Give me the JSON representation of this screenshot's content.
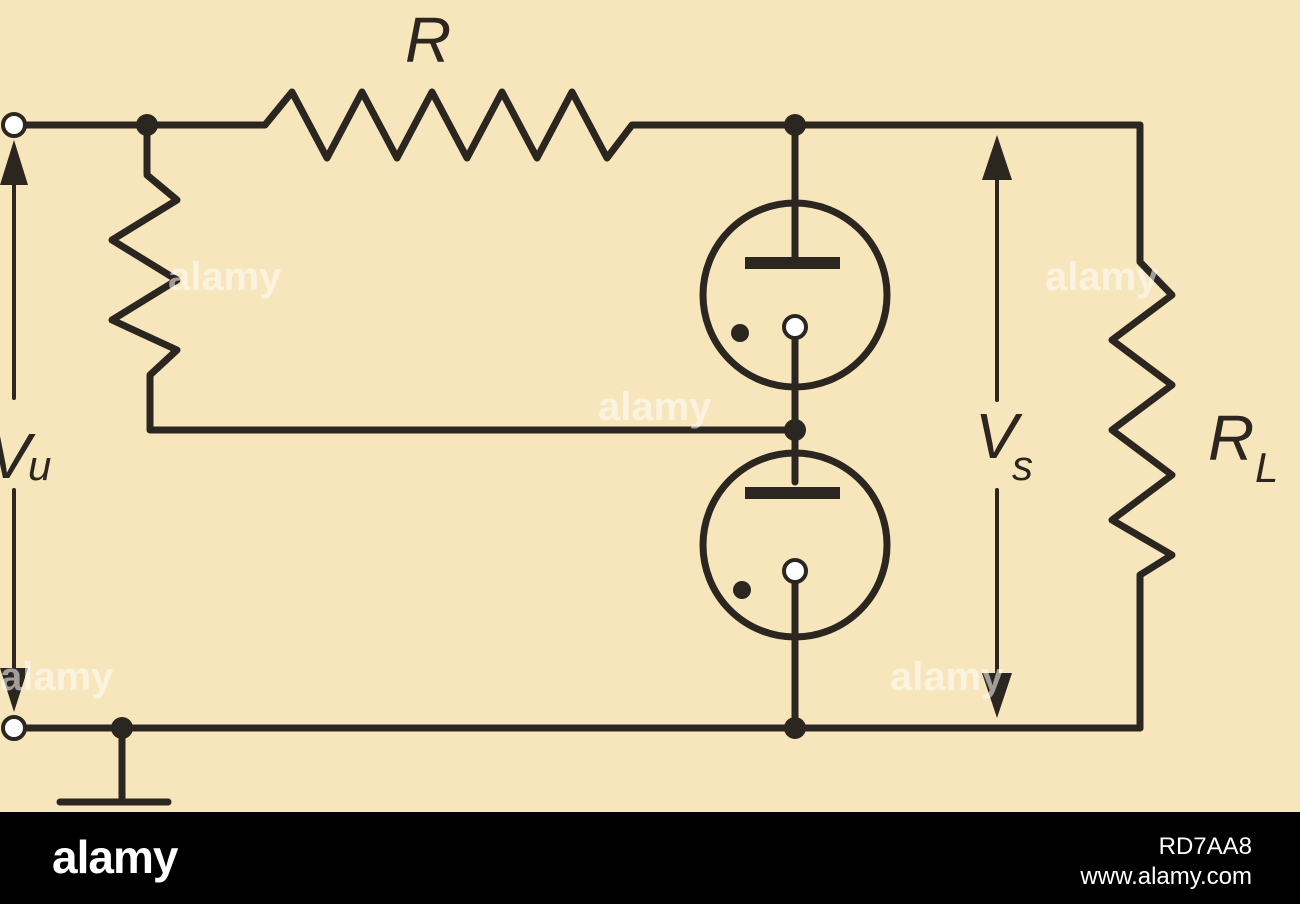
{
  "diagram": {
    "labels": {
      "r": "R",
      "vu_main": "V",
      "vu_sub": "u",
      "vs_main": "V",
      "vs_sub": "s",
      "rl_main": "R",
      "rl_sub": "L"
    },
    "watermarks": [
      "alamy",
      "alamy",
      "alamy",
      "alamy",
      "alamy"
    ]
  },
  "footer": {
    "logo": "alamy",
    "image_id": "RD7AA8",
    "site": "www.alamy.com"
  },
  "colors": {
    "paper": "#f7e6bb",
    "ink": "#2c2620",
    "footer_bg": "#000000"
  }
}
